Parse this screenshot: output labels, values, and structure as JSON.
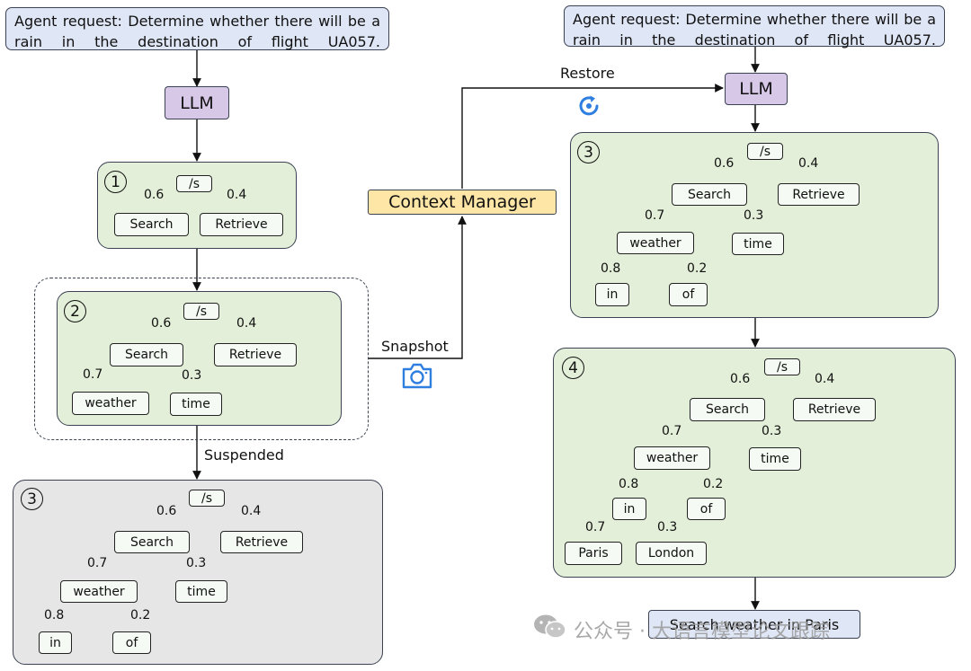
{
  "left": {
    "request": "Agent request: Determine whether there will be a rain in the destination of flight UA057.",
    "llm": "LLM",
    "suspended_label": "Suspended"
  },
  "right": {
    "request": "Agent request: Determine whether there will be a rain in the destination of flight UA057.",
    "llm": "LLM",
    "result": "Search weather in Paris"
  },
  "middle": {
    "restore_label": "Restore",
    "context_manager": "Context Manager",
    "snapshot_label": "Snapshot"
  },
  "panels": {
    "p1": {
      "number": "1",
      "root": "/s",
      "p_search": "0.6",
      "p_retrieve": "0.4",
      "search": "Search",
      "retrieve": "Retrieve"
    },
    "p2": {
      "number": "2",
      "root": "/s",
      "p_search": "0.6",
      "p_retrieve": "0.4",
      "search": "Search",
      "retrieve": "Retrieve",
      "p_weather": "0.7",
      "p_time": "0.3",
      "weather": "weather",
      "time": "time"
    },
    "p3l": {
      "number": "3",
      "root": "/s",
      "p_search": "0.6",
      "p_retrieve": "0.4",
      "search": "Search",
      "retrieve": "Retrieve",
      "p_weather": "0.7",
      "p_time": "0.3",
      "weather": "weather",
      "time": "time",
      "p_in": "0.8",
      "p_of": "0.2",
      "in": "in",
      "of": "of"
    },
    "p3r": {
      "number": "3",
      "root": "/s",
      "p_search": "0.6",
      "p_retrieve": "0.4",
      "search": "Search",
      "retrieve": "Retrieve",
      "p_weather": "0.7",
      "p_time": "0.3",
      "weather": "weather",
      "time": "time",
      "p_in": "0.8",
      "p_of": "0.2",
      "in": "in",
      "of": "of"
    },
    "p4": {
      "number": "4",
      "root": "/s",
      "p_search": "0.6",
      "p_retrieve": "0.4",
      "search": "Search",
      "retrieve": "Retrieve",
      "p_weather": "0.7",
      "p_time": "0.3",
      "weather": "weather",
      "time": "time",
      "p_in": "0.8",
      "p_of": "0.2",
      "in": "in",
      "of": "of",
      "p_paris": "0.7",
      "p_london": "0.3",
      "paris": "Paris",
      "london": "London"
    }
  },
  "icons": {
    "restore": "refresh-icon",
    "snapshot": "camera-icon",
    "watermark": "wechat-icon"
  },
  "colors": {
    "selected_edge": "#e0141e",
    "normal_edge": "#111111",
    "icon_blue": "#2f7fe0"
  },
  "watermark": "公众号 · 大语言模型论文跟踪"
}
